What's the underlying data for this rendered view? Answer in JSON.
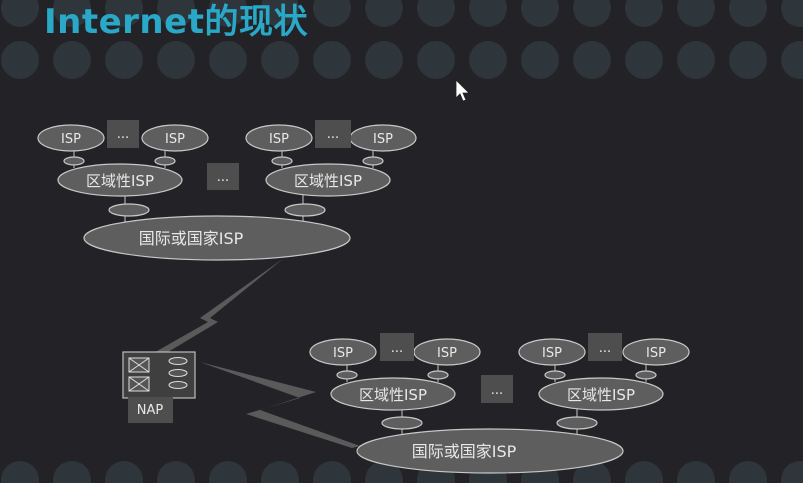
{
  "slide": {
    "title": "Internet的现状"
  },
  "diagram": {
    "isp_label": "ISP",
    "ellipsis_label": "...",
    "regional_isp_label": "区域性ISP",
    "national_isp_label": "国际或国家ISP",
    "nap_label": "NAP"
  },
  "colors": {
    "background": "#232327",
    "title": "#29a8c8",
    "ellipse_fill": "#5e5e5e",
    "ellipse_stroke": "#c8c8c8",
    "box_fill": "#4e4e4e",
    "bolt": "#5a5a5a"
  }
}
